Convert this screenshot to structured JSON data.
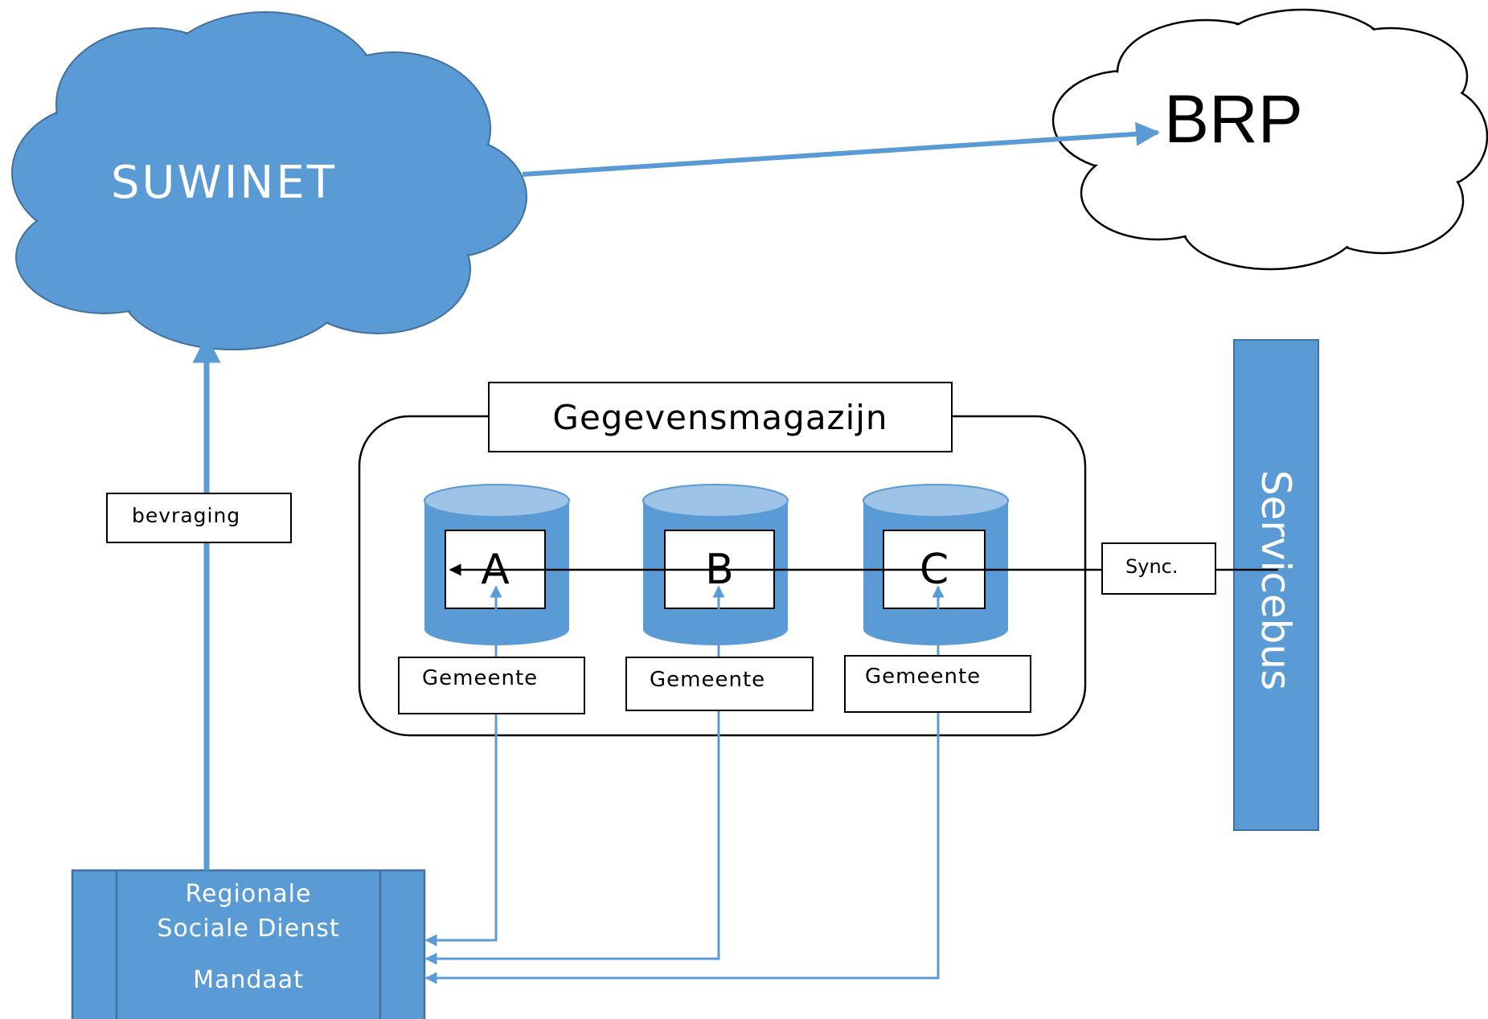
{
  "colors": {
    "accent": "#5b9bd5",
    "accent_light": "#9dc3e6",
    "line": "#000000",
    "white": "#ffffff"
  },
  "clouds": {
    "suwinet": "SUWINET",
    "brp": "BRP"
  },
  "warehouse": {
    "title": "Gegevensmagazijn",
    "databases": [
      {
        "letter": "A",
        "caption": "Gemeente"
      },
      {
        "letter": "B",
        "caption": "Gemeente"
      },
      {
        "letter": "C",
        "caption": "Gemeente"
      }
    ]
  },
  "labels": {
    "query": "bevraging",
    "sync": "Sync."
  },
  "servicebus": "Servicebus",
  "rsd": {
    "line1": "Regionale",
    "line2": "Sociale Dienst",
    "line3": "Mandaat"
  }
}
